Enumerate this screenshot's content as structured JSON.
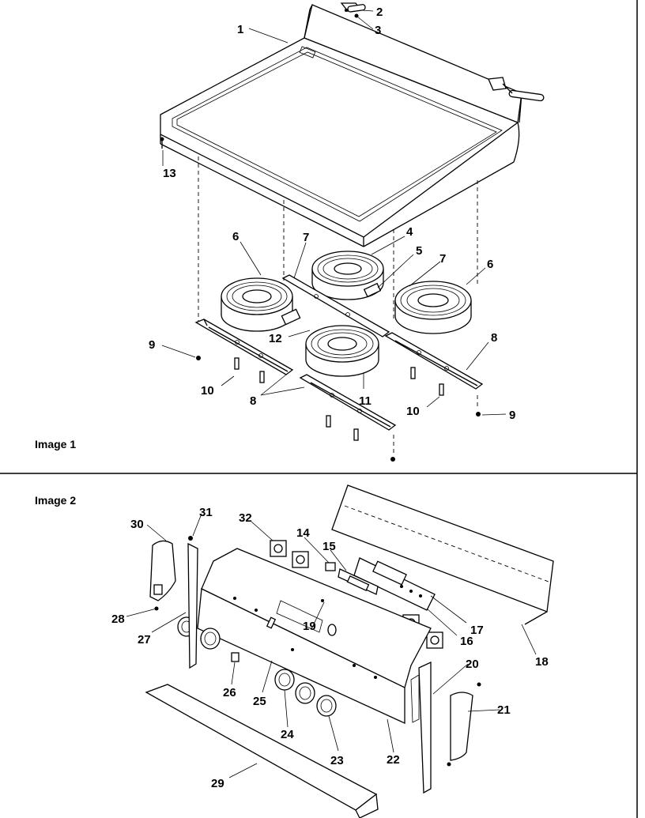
{
  "sections": [
    {
      "label": "Image 1"
    },
    {
      "label": "Image 2"
    }
  ],
  "callouts": {
    "c1": "1",
    "c2": "2",
    "c3": "3",
    "c4": "4",
    "c5": "5",
    "c6a": "6",
    "c6b": "6",
    "c7a": "7",
    "c7b": "7",
    "c8a": "8",
    "c8b": "8",
    "c9a": "9",
    "c9b": "9",
    "c10a": "10",
    "c10b": "10",
    "c11": "11",
    "c12": "12",
    "c13": "13",
    "c14": "14",
    "c15": "15",
    "c16": "16",
    "c17": "17",
    "c18": "18",
    "c19": "19",
    "c20": "20",
    "c21": "21",
    "c22": "22",
    "c23": "23",
    "c24": "24",
    "c25": "25",
    "c26": "26",
    "c27": "27",
    "c28": "28",
    "c29": "29",
    "c30": "30",
    "c31": "31",
    "c32": "32"
  }
}
